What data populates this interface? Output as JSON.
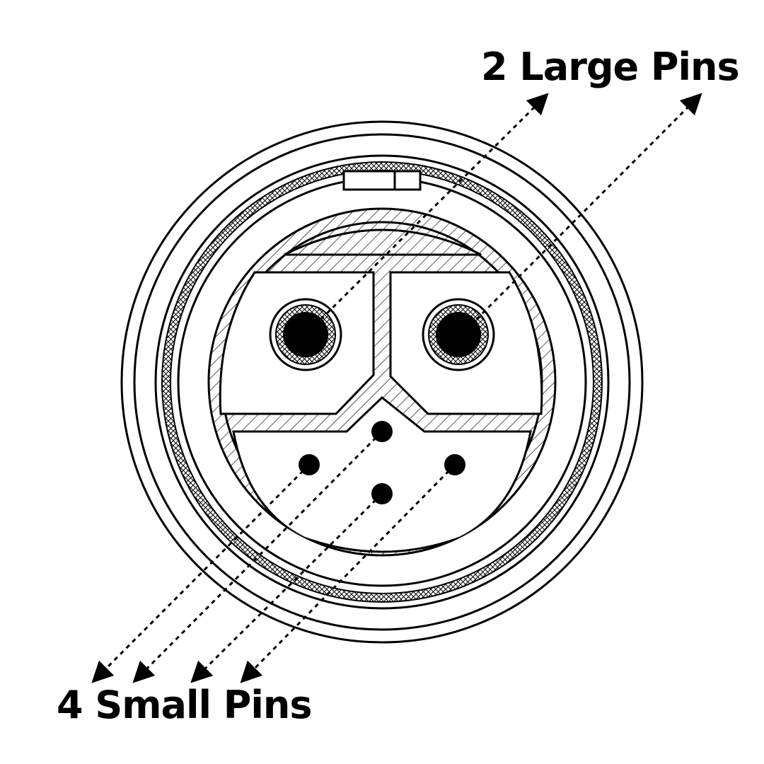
{
  "labels": {
    "large_pins": "2 Large Pins",
    "small_pins": "4 Small Pins"
  },
  "colors": {
    "line": "#000000",
    "background": "#ffffff",
    "ring_fill": "#f2f2f2"
  },
  "connector": {
    "large_pin_count": 2,
    "small_pin_count": 4
  }
}
